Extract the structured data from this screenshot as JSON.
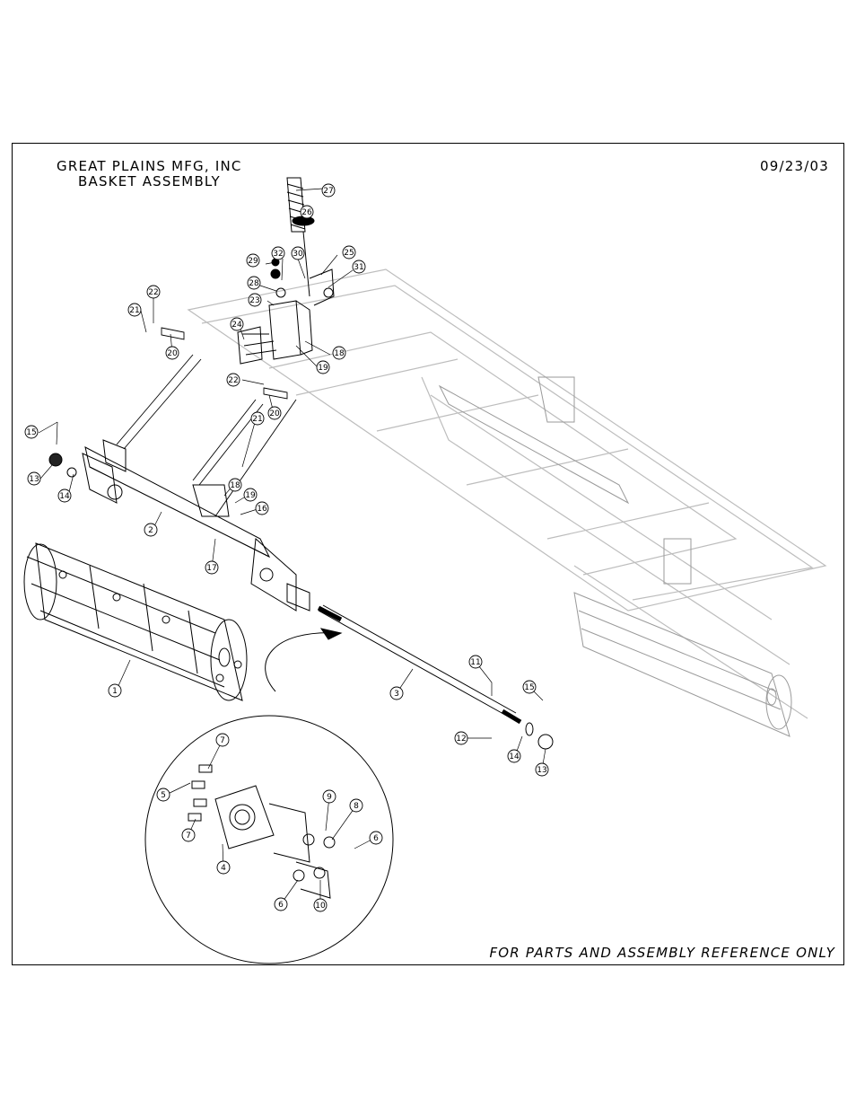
{
  "header": {
    "company": "GREAT PLAINS MFG, INC",
    "assembly": "BASKET ASSEMBLY",
    "date": "09/23/03"
  },
  "footer": {
    "note": "FOR PARTS AND ASSEMBLY REFERENCE ONLY"
  },
  "callouts": [
    {
      "id": "c27",
      "label": "27"
    },
    {
      "id": "c26",
      "label": "26"
    },
    {
      "id": "c29",
      "label": "29"
    },
    {
      "id": "c32",
      "label": "32"
    },
    {
      "id": "c30",
      "label": "30"
    },
    {
      "id": "c25",
      "label": "25"
    },
    {
      "id": "c31",
      "label": "31"
    },
    {
      "id": "c28",
      "label": "28"
    },
    {
      "id": "c23",
      "label": "23"
    },
    {
      "id": "c22a",
      "label": "22"
    },
    {
      "id": "c21a",
      "label": "21"
    },
    {
      "id": "c24",
      "label": "24"
    },
    {
      "id": "c18a",
      "label": "18"
    },
    {
      "id": "c19a",
      "label": "19"
    },
    {
      "id": "c20a",
      "label": "20"
    },
    {
      "id": "c22b",
      "label": "22"
    },
    {
      "id": "c21b",
      "label": "21"
    },
    {
      "id": "c20b",
      "label": "20"
    },
    {
      "id": "c15a",
      "label": "15"
    },
    {
      "id": "c13a",
      "label": "13"
    },
    {
      "id": "c14a",
      "label": "14"
    },
    {
      "id": "c18b",
      "label": "18"
    },
    {
      "id": "c19b",
      "label": "19"
    },
    {
      "id": "c16",
      "label": "16"
    },
    {
      "id": "c2",
      "label": "2"
    },
    {
      "id": "c17",
      "label": "17"
    },
    {
      "id": "c1",
      "label": "1"
    },
    {
      "id": "c3",
      "label": "3"
    },
    {
      "id": "c11",
      "label": "11"
    },
    {
      "id": "c15b",
      "label": "15"
    },
    {
      "id": "c12",
      "label": "12"
    },
    {
      "id": "c14b",
      "label": "14"
    },
    {
      "id": "c13b",
      "label": "13"
    },
    {
      "id": "c7a",
      "label": "7"
    },
    {
      "id": "c5",
      "label": "5"
    },
    {
      "id": "c7b",
      "label": "7"
    },
    {
      "id": "c4",
      "label": "4"
    },
    {
      "id": "c9",
      "label": "9"
    },
    {
      "id": "c8",
      "label": "8"
    },
    {
      "id": "c6a",
      "label": "6"
    },
    {
      "id": "c6b",
      "label": "6"
    },
    {
      "id": "c10",
      "label": "10"
    }
  ]
}
